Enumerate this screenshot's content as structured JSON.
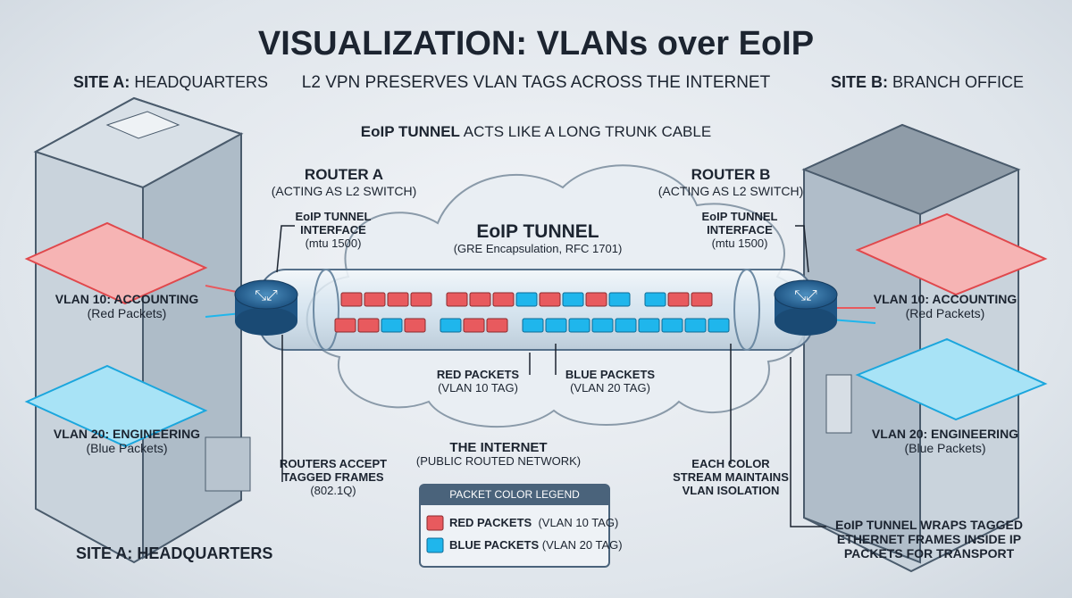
{
  "title": "VISUALIZATION: VLANs over EoIP",
  "subtitle": "L2 VPN PRESERVES VLAN TAGS ACROSS THE INTERNET",
  "tunnel_caption": {
    "bold": "EoIP TUNNEL",
    "rest": "ACTS LIKE A LONG TRUNK CABLE"
  },
  "site_a": {
    "label_bold": "SITE A:",
    "label_rest": "HEADQUARTERS",
    "footer": "SITE A: HEADQUARTERS",
    "vlan10": {
      "name": "VLAN 10: ACCOUNTING",
      "sub": "(Red Packets)"
    },
    "vlan20": {
      "name": "VLAN 20: ENGINEERING",
      "sub": "(Blue Packets)"
    }
  },
  "site_b": {
    "label_bold": "SITE B:",
    "label_rest": "BRANCH OFFICE",
    "vlan10": {
      "name": "VLAN 10: ACCOUNTING",
      "sub": "(Red Packets)"
    },
    "vlan20": {
      "name": "VLAN 20: ENGINEERING",
      "sub": "(Blue Packets)"
    }
  },
  "router_a": {
    "name": "ROUTER A",
    "role": "(ACTING AS L2 SWITCH)",
    "iface1": "EoIP TUNNEL",
    "iface2": "INTERFACE",
    "mtu": "(mtu 1500)"
  },
  "router_b": {
    "name": "ROUTER B",
    "role": "(ACTING AS L2 SWITCH)",
    "iface1": "EoIP TUNNEL",
    "iface2": "INTERFACE",
    "mtu": "(mtu 1500)"
  },
  "tunnel": {
    "name": "EoIP TUNNEL",
    "sub": "(GRE Encapsulation, RFC 1701)"
  },
  "packets": {
    "row1": [
      "R",
      "R",
      "R",
      "R",
      "",
      "R",
      "R",
      "R",
      "B",
      "R",
      "B",
      "R",
      "B",
      "",
      "B",
      "R",
      "R"
    ],
    "row2": [
      "R",
      "R",
      "B",
      "R",
      "",
      "B",
      "R",
      "R",
      "",
      "B",
      "B",
      "B",
      "B",
      "B",
      "B",
      "B",
      "B",
      "B"
    ]
  },
  "red_label": {
    "name": "RED PACKETS",
    "sub": "(VLAN 10 TAG)"
  },
  "blue_label": {
    "name": "BLUE PACKETS",
    "sub": "(VLAN 20 TAG)"
  },
  "internet": {
    "name": "THE INTERNET",
    "sub": "(PUBLIC ROUTED NETWORK)"
  },
  "routers_accept": {
    "l1": "ROUTERS ACCEPT",
    "l2": "TAGGED FRAMES",
    "l3": "(802.1Q)"
  },
  "isolation": {
    "l1": "EACH COLOR",
    "l2": "STREAM MAINTAINS",
    "l3": "VLAN ISOLATION"
  },
  "wraps": {
    "l1": "EoIP TUNNEL WRAPS TAGGED",
    "l2": "ETHERNET FRAMES INSIDE IP",
    "l3": "PACKETS FOR TRANSPORT"
  },
  "legend": {
    "title": "PACKET COLOR LEGEND",
    "items": [
      {
        "name": "RED PACKETS",
        "tag": "(VLAN 10 TAG)"
      },
      {
        "name": "BLUE PACKETS",
        "tag": "(VLAN 20 TAG)"
      }
    ]
  },
  "colors": {
    "red": "#e85a5e",
    "blue": "#1fb6ec",
    "bg": "#e3e8ee",
    "legend_header": "#4a637b"
  }
}
